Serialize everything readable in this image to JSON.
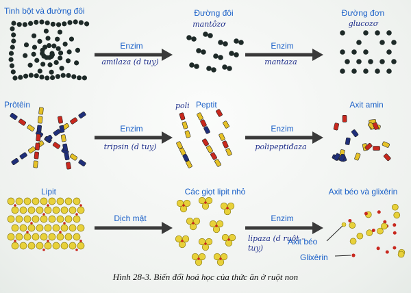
{
  "rows": [
    {
      "start_label": "Tinh bột và đường đôi",
      "mid_label": "Đường đôi",
      "mid_note": "mantôzơ",
      "end_label": "Đường đơn",
      "end_note": "glucozơ",
      "arrow1": {
        "label": "Enzim",
        "note": "amilaza (d tuỵ)"
      },
      "arrow2": {
        "label": "Enzim",
        "note": "mantaza"
      }
    },
    {
      "start_label": "Prôtêin",
      "mid_label": "Peptit",
      "mid_note": "poli",
      "end_label": "Axit amin",
      "arrow1": {
        "label": "Enzim",
        "note": "tripsin (d tuỵ)"
      },
      "arrow2": {
        "label": "Enzim",
        "note": "polipeptiđaza"
      }
    },
    {
      "start_label": "Lipit",
      "mid_label": "Các giọt lipit nhỏ",
      "end_label": "Axit béo và glixêrin",
      "arrow1": {
        "label": "Dịch mật"
      },
      "arrow2": {
        "label": "Enzim",
        "note": "lipaza (d ruột - tuỵ)"
      },
      "legend": {
        "fatty_acid": "Axit béo",
        "glycerol": "Glixêrin"
      }
    }
  ],
  "caption": "Hình 28-3. Biến đổi hoá học của thức ăn ở ruột non",
  "colors": {
    "label": "#1a60c8",
    "handwriting": "#1d2d8a",
    "arrow": "#3a3a3a",
    "starch_dot": "#1e2a28",
    "fat_dot": "#e8d13a",
    "glycerol_dot": "#c8281e",
    "bead_red": "#c8281e",
    "bead_yellow": "#e6c228",
    "bead_blue": "#1f2f7a"
  }
}
